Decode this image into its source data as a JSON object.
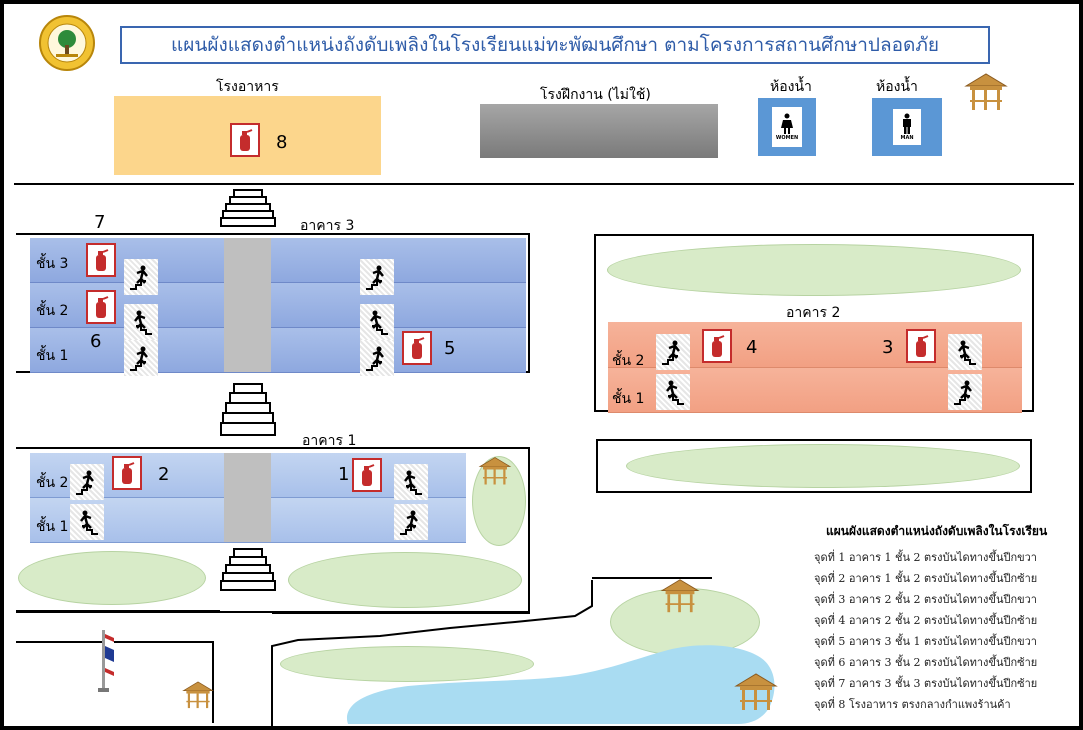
{
  "title": "แผนผังแสดงตำแหน่งถังดับเพลิงในโรงเรียนแม่ทะพัฒนศึกษา ตามโครงการสถานศึกษาปลอดภัย",
  "top_area": {
    "cafeteria_label": "โรงอาหาร",
    "cafeteria_point": "8",
    "workshop_label": "โรงฝึกงาน (ไม่ใช้)",
    "restroom_women_label": "ห้องน้ำ",
    "restroom_men_label": "ห้องน้ำ",
    "women_sign": "WOMEN",
    "men_sign": "MAN"
  },
  "building3": {
    "label": "อาคาร 3",
    "floors": [
      "ชั้น 3",
      "ชั้น 2",
      "ชั้น 1"
    ],
    "points": {
      "p7": "7",
      "p6": "6",
      "p5": "5"
    }
  },
  "building1": {
    "label": "อาคาร 1",
    "floors": [
      "ชั้น 2",
      "ชั้น 1"
    ],
    "points": {
      "p2": "2",
      "p1": "1"
    }
  },
  "building2": {
    "label": "อาคาร 2",
    "floors": [
      "ชั้น 2",
      "ชั้น 1"
    ],
    "points": {
      "p4": "4",
      "p3": "3"
    }
  },
  "legend": {
    "title": "แผนผังแสดงตำแหน่งถังดับเพลิงในโรงเรียน",
    "items": [
      "จุดที่ 1 อาคาร 1 ชั้น 2 ตรงบันไดทางขึ้นปีกขวา",
      "จุดที่ 2 อาคาร 1 ชั้น 2 ตรงบันไดทางขึ้นปีกซ้าย",
      "จุดที่ 3 อาคาร 2 ชั้น 2 ตรงบันไดทางขึ้นปีกขวา",
      "จุดที่ 4 อาคาร 2 ชั้น 2 ตรงบันไดทางขึ้นปีกซ้าย",
      "จุดที่ 5 อาคาร 3 ชั้น 1 ตรงบันไดทางขึ้นปีกขวา",
      "จุดที่ 6 อาคาร 3 ชั้น 2 ตรงบันไดทางขึ้นปีกซ้าย",
      "จุดที่ 7 อาคาร 3 ชั้น 3 ตรงบันไดทางขึ้นปีกซ้าย",
      "จุดที่ 8 โรงอาหาร ตรงกลางกำแพงร้านค้า"
    ]
  },
  "colors": {
    "title_blue": "#2f5ca8",
    "building_blue": "#8ea8df",
    "building_red": "#f2a083",
    "cafeteria_yellow": "#fcd68c",
    "workshop_gray": "#8c8c8c",
    "lawn_green": "#d8ebc8",
    "pond_blue": "#a9dcf2",
    "extinguisher_red": "#c42c2c"
  },
  "icons": [
    "school-logo-icon",
    "fire-extinguisher-icon",
    "emergency-exit-stair-icon",
    "stair-icon",
    "women-icon",
    "men-icon",
    "gazebo-icon",
    "thai-flag-icon"
  ]
}
